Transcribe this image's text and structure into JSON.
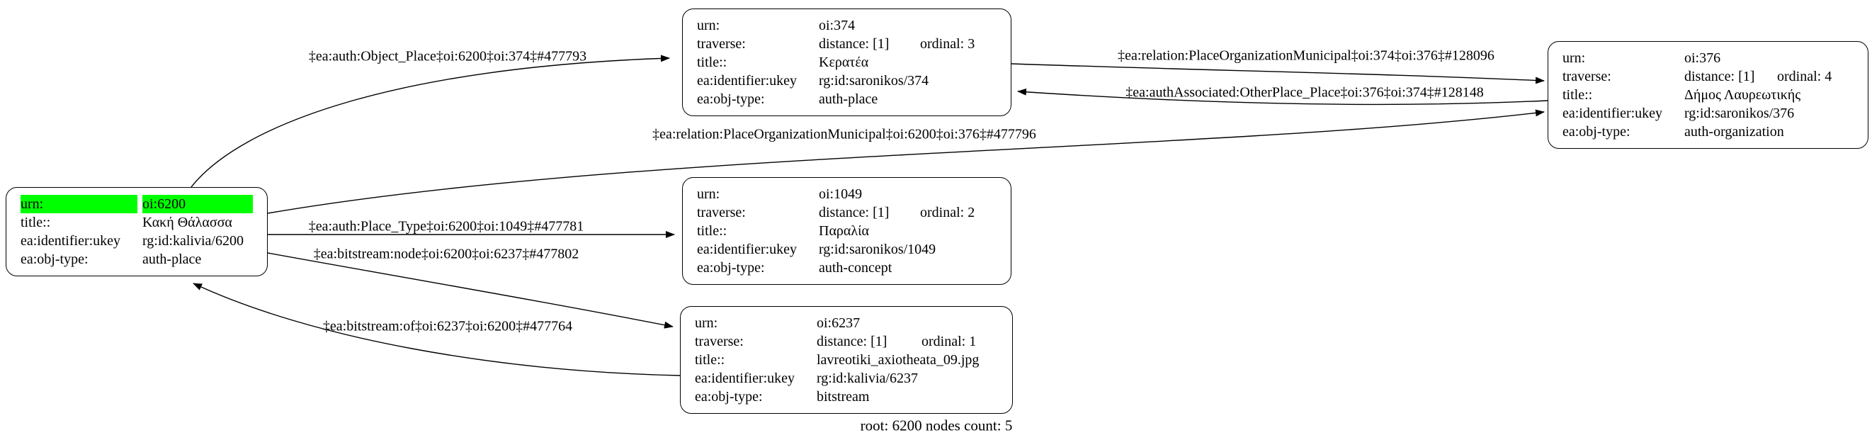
{
  "diagram": {
    "caption": "root: 6200 nodes count: 5",
    "colors": {
      "highlight": "#00ff00",
      "edge": "#000000",
      "node_border": "#000000",
      "node_fill": "#ffffff"
    },
    "nodes": [
      {
        "id": "oi:6200",
        "rows": [
          {
            "label": "urn:",
            "value": "oi:6200",
            "highlight": true
          },
          {
            "label": "title::",
            "value": "Κακή Θάλασσα"
          },
          {
            "label": "ea:identifier:ukey",
            "value": "rg:id:kalivia/6200"
          },
          {
            "label": "ea:obj-type:",
            "value": "auth-place"
          }
        ]
      },
      {
        "id": "oi:374",
        "rows": [
          {
            "label": "urn:",
            "value": "oi:374"
          },
          {
            "label": "traverse:",
            "value": "distance: [1]",
            "ordinal": "ordinal: 3"
          },
          {
            "label": "title::",
            "value": "Κερατέα"
          },
          {
            "label": "ea:identifier:ukey",
            "value": "rg:id:saronikos/374"
          },
          {
            "label": "ea:obj-type:",
            "value": "auth-place"
          }
        ]
      },
      {
        "id": "oi:376",
        "rows": [
          {
            "label": "urn:",
            "value": "oi:376"
          },
          {
            "label": "traverse:",
            "value": "distance: [1]",
            "ordinal": "ordinal: 4"
          },
          {
            "label": "title::",
            "value": "Δήμος Λαυρεωτικής"
          },
          {
            "label": "ea:identifier:ukey",
            "value": "rg:id:saronikos/376"
          },
          {
            "label": "ea:obj-type:",
            "value": "auth-organization"
          }
        ]
      },
      {
        "id": "oi:1049",
        "rows": [
          {
            "label": "urn:",
            "value": "oi:1049"
          },
          {
            "label": "traverse:",
            "value": "distance: [1]",
            "ordinal": "ordinal: 2"
          },
          {
            "label": "title::",
            "value": "Παραλία"
          },
          {
            "label": "ea:identifier:ukey",
            "value": "rg:id:saronikos/1049"
          },
          {
            "label": "ea:obj-type:",
            "value": "auth-concept"
          }
        ]
      },
      {
        "id": "oi:6237",
        "rows": [
          {
            "label": "urn:",
            "value": "oi:6237"
          },
          {
            "label": "traverse:",
            "value": "distance: [1]",
            "ordinal": "ordinal: 1"
          },
          {
            "label": "title::",
            "value": "lavreotiki_axiotheata_09.jpg"
          },
          {
            "label": "ea:identifier:ukey",
            "value": "rg:id:kalivia/6237"
          },
          {
            "label": "ea:obj-type:",
            "value": "bitstream"
          }
        ]
      }
    ],
    "edges": [
      {
        "label": "‡ea:auth:Object_Place‡oi:6200‡oi:374‡#477793"
      },
      {
        "label": "‡ea:relation:PlaceOrganizationMunicipal‡oi:374‡oi:376‡#128096"
      },
      {
        "label": "‡ea:authAssociated:OtherPlace_Place‡oi:376‡oi:374‡#128148"
      },
      {
        "label": "‡ea:relation:PlaceOrganizationMunicipal‡oi:6200‡oi:376‡#477796"
      },
      {
        "label": "‡ea:auth:Place_Type‡oi:6200‡oi:1049‡#477781"
      },
      {
        "label": "‡ea:bitstream:node‡oi:6200‡oi:6237‡#477802"
      },
      {
        "label": "‡ea:bitstream:of‡oi:6237‡oi:6200‡#477764"
      }
    ]
  }
}
